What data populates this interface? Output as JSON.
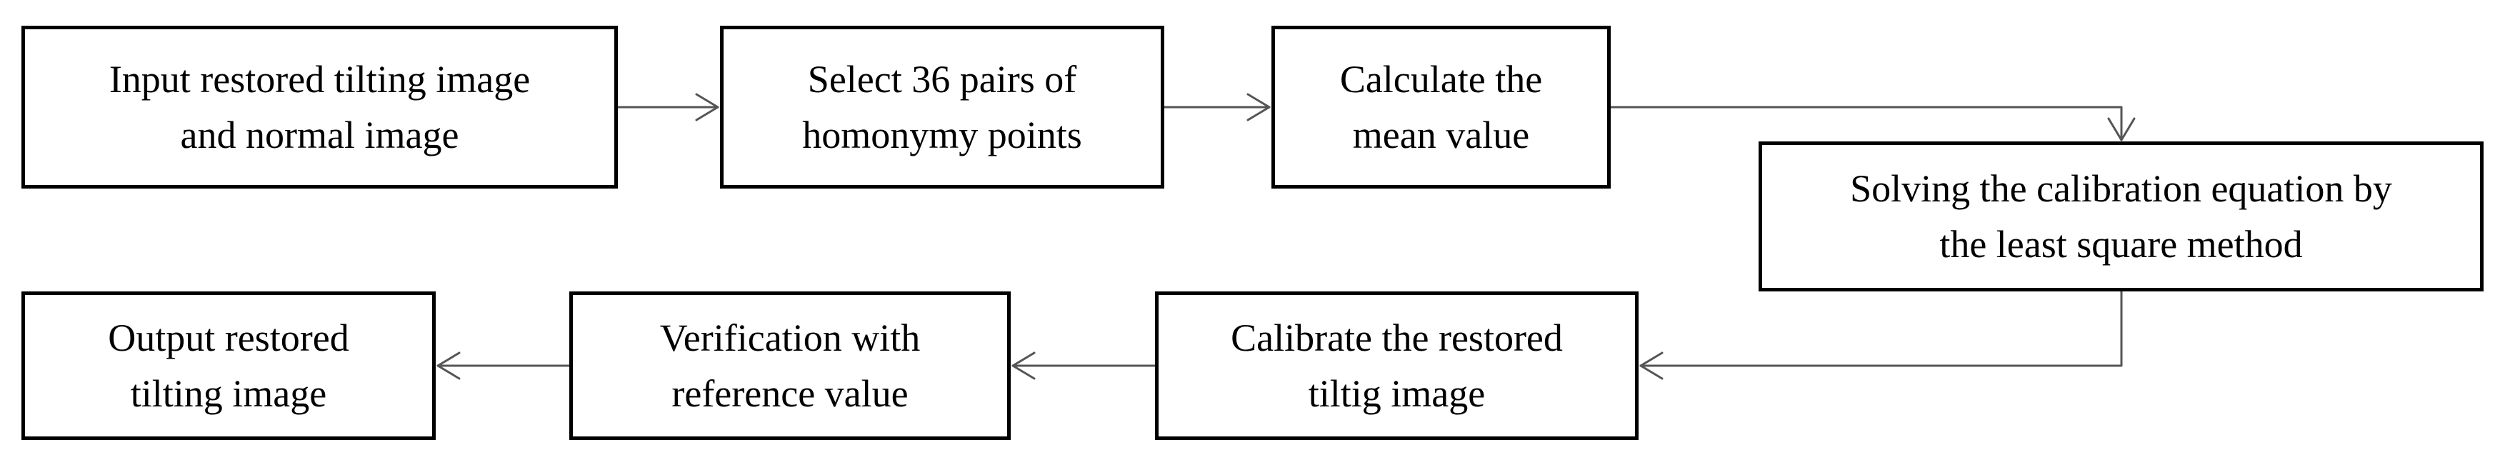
{
  "flowchart": {
    "nodes": [
      {
        "id": "n1",
        "text": "Input restored tilting image\nand normal image"
      },
      {
        "id": "n2",
        "text": "Select 36 pairs of\nhomonymy points"
      },
      {
        "id": "n3",
        "text": "Calculate the\nmean value"
      },
      {
        "id": "n4",
        "text": "Solving the calibration equation by\nthe least square method"
      },
      {
        "id": "n5",
        "text": "Calibrate the restored\ntiltig image"
      },
      {
        "id": "n6",
        "text": "Verification with\nreference value"
      },
      {
        "id": "n7",
        "text": "Output restored\ntilting image"
      }
    ],
    "edges": [
      {
        "from": "n1",
        "to": "n2"
      },
      {
        "from": "n2",
        "to": "n3"
      },
      {
        "from": "n3",
        "to": "n4"
      },
      {
        "from": "n4",
        "to": "n5"
      },
      {
        "from": "n5",
        "to": "n6"
      },
      {
        "from": "n6",
        "to": "n7"
      }
    ]
  }
}
